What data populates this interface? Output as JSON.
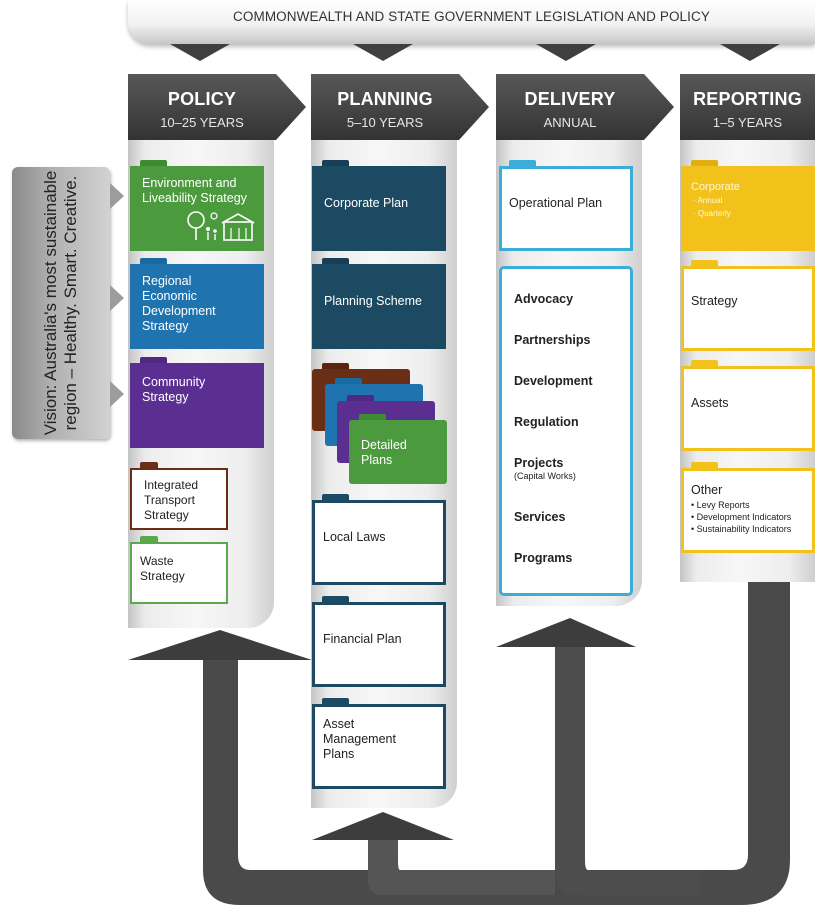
{
  "banner": {
    "text": "COMMONWEALTH AND STATE GOVERNMENT LEGISLATION AND POLICY"
  },
  "vision": {
    "text": "Vision: Australia's most sustainable region – Healthy. Smart. Creative."
  },
  "columns": {
    "policy": {
      "title": "POLICY",
      "subtitle": "10–25 YEARS"
    },
    "planning": {
      "title": "PLANNING",
      "subtitle": "5–10 YEARS"
    },
    "delivery": {
      "title": "DELIVERY",
      "subtitle": "ANNUAL"
    },
    "reporting": {
      "title": "REPORTING",
      "subtitle": "1–5 YEARS"
    }
  },
  "policy": {
    "environment": "Environment and Liveability Strategy",
    "regional": "Regional Economic Development Strategy",
    "community": "Community Strategy",
    "transport": "Integrated Transport Strategy",
    "waste": "Waste Strategy"
  },
  "planning": {
    "corporate": "Corporate Plan",
    "scheme": "Planning Scheme",
    "detailed": "Detailed Plans",
    "local_laws": "Local Laws",
    "financial": "Financial Plan",
    "asset": "Asset Management Plans"
  },
  "delivery": {
    "operational": "Operational Plan",
    "items": [
      "Advocacy",
      "Partnerships",
      "Development",
      "Regulation",
      "Projects",
      "Services",
      "Programs"
    ],
    "projects_sub": "(Capital Works)"
  },
  "reporting": {
    "corporate": "Corporate",
    "corporate_sub": [
      "· Annual",
      "· Quarterly"
    ],
    "strategy": "Strategy",
    "assets": "Assets",
    "other": "Other",
    "other_items": [
      "• Levy Reports",
      "• Development Indicators",
      "• Sustainability Indicators"
    ]
  },
  "colors": {
    "green": "#4c9a3e",
    "blue": "#1f74b0",
    "purple": "#5b2f91",
    "navy": "#1d4a63",
    "brown": "#6a2d15",
    "cyan": "#3aaed8",
    "yellow": "#f3c21a",
    "chevron": "#454545"
  }
}
